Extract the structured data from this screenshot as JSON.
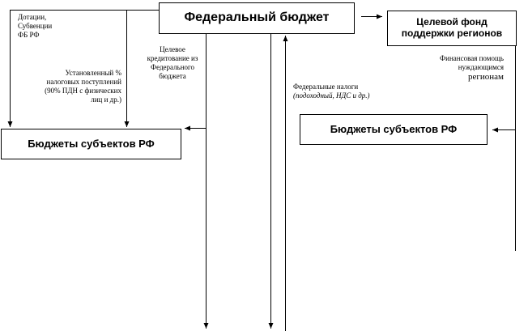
{
  "boxes": {
    "federal_budget": "Федеральный бюджет",
    "target_fund_line1": "Целевой фонд",
    "target_fund_line2": "поддержки регионов",
    "subjects_left": "Бюджеты субъектов РФ",
    "subjects_right": "Бюджеты субъектов РФ"
  },
  "labels": {
    "subsidies": [
      "Дотации,",
      "Субвенции",
      "ФБ РФ"
    ],
    "tax_share": [
      "Установленный %",
      "налоговых поступлений",
      "(90% ПДН с физических",
      "лиц и др.)"
    ],
    "target_credit": [
      "Целевое",
      "кредитование из",
      "Федерального",
      "бюджета"
    ],
    "financial_aid": [
      "Финансовая помощь",
      "нуждающимся",
      "регионам"
    ],
    "federal_taxes_title": "Федеральные налоги",
    "federal_taxes_detail": "(подоходный, НДС и др.)"
  }
}
